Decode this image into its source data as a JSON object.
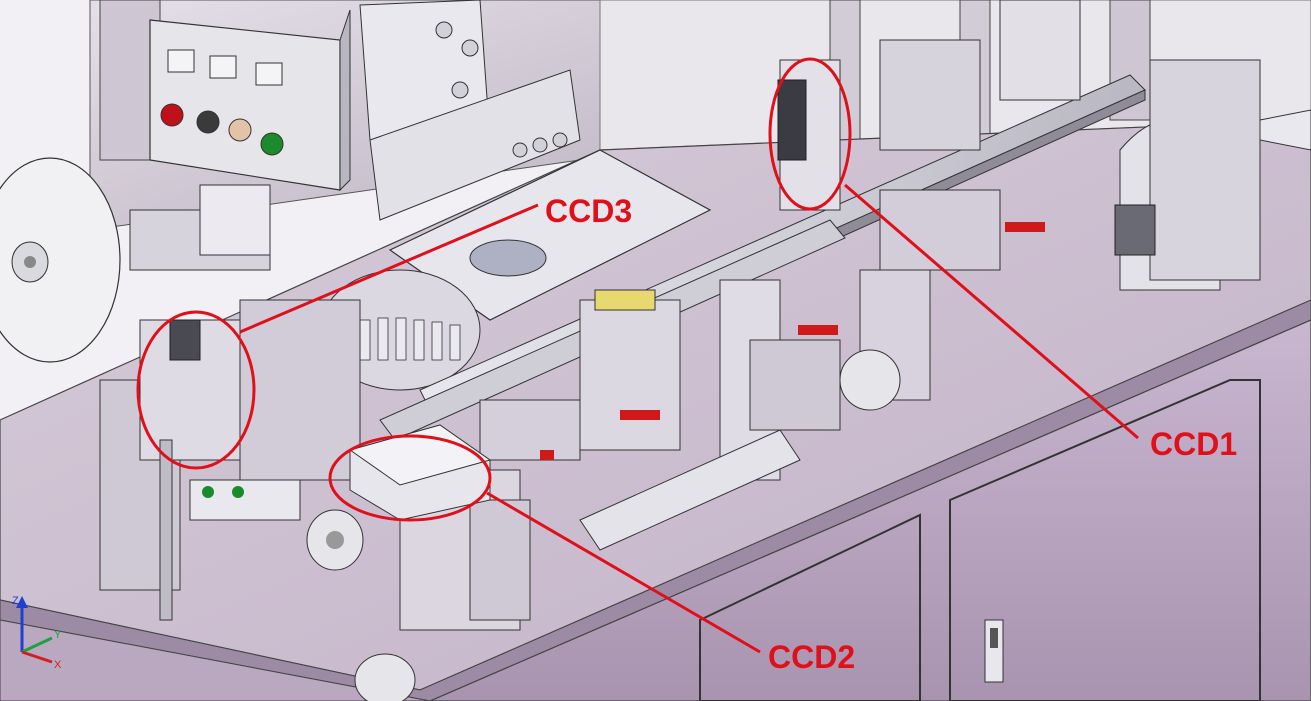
{
  "diagram": {
    "callouts": [
      {
        "id": "ccd1",
        "label": "CCD1"
      },
      {
        "id": "ccd2",
        "label": "CCD2"
      },
      {
        "id": "ccd3",
        "label": "CCD3"
      }
    ],
    "axis_triad": {
      "z": "Z",
      "y": "Y",
      "x": "X"
    },
    "colors": {
      "callout": "#e0101a",
      "machine_body": "#c8b9cc",
      "steel": "#d8d6de",
      "cabinet": "#b7a3bd"
    }
  }
}
